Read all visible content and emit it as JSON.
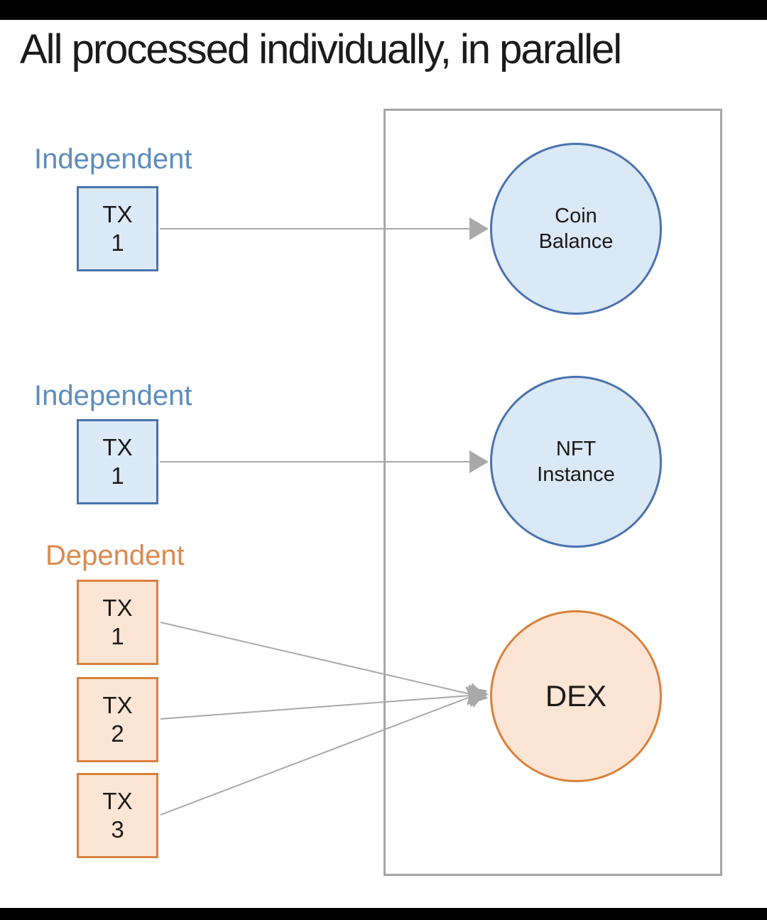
{
  "title": "All processed individually, in parallel",
  "groups": {
    "independent1": {
      "label": "Independent"
    },
    "independent2": {
      "label": "Independent"
    },
    "dependent": {
      "label": "Dependent"
    }
  },
  "boxes": {
    "ind1": {
      "l1": "TX",
      "l2": "1"
    },
    "ind2": {
      "l1": "TX",
      "l2": "1"
    },
    "dep1": {
      "l1": "TX",
      "l2": "1"
    },
    "dep2": {
      "l1": "TX",
      "l2": "2"
    },
    "dep3": {
      "l1": "TX",
      "l2": "3"
    }
  },
  "nodes": {
    "coin": {
      "l1": "Coin",
      "l2": "Balance"
    },
    "nft": {
      "l1": "NFT",
      "l2": "Instance"
    },
    "dex": {
      "l1": "DEX"
    }
  },
  "colors": {
    "independent_accent": "#5c8dbc",
    "independent_fill": "#dce9f6",
    "independent_border": "#4a72ae",
    "dependent_accent": "#db8a4d",
    "dependent_fill": "#fce5d4",
    "dependent_border": "#d8813c",
    "connector_gray": "#a9a9a9",
    "frame_gray": "#a6a6a6"
  }
}
